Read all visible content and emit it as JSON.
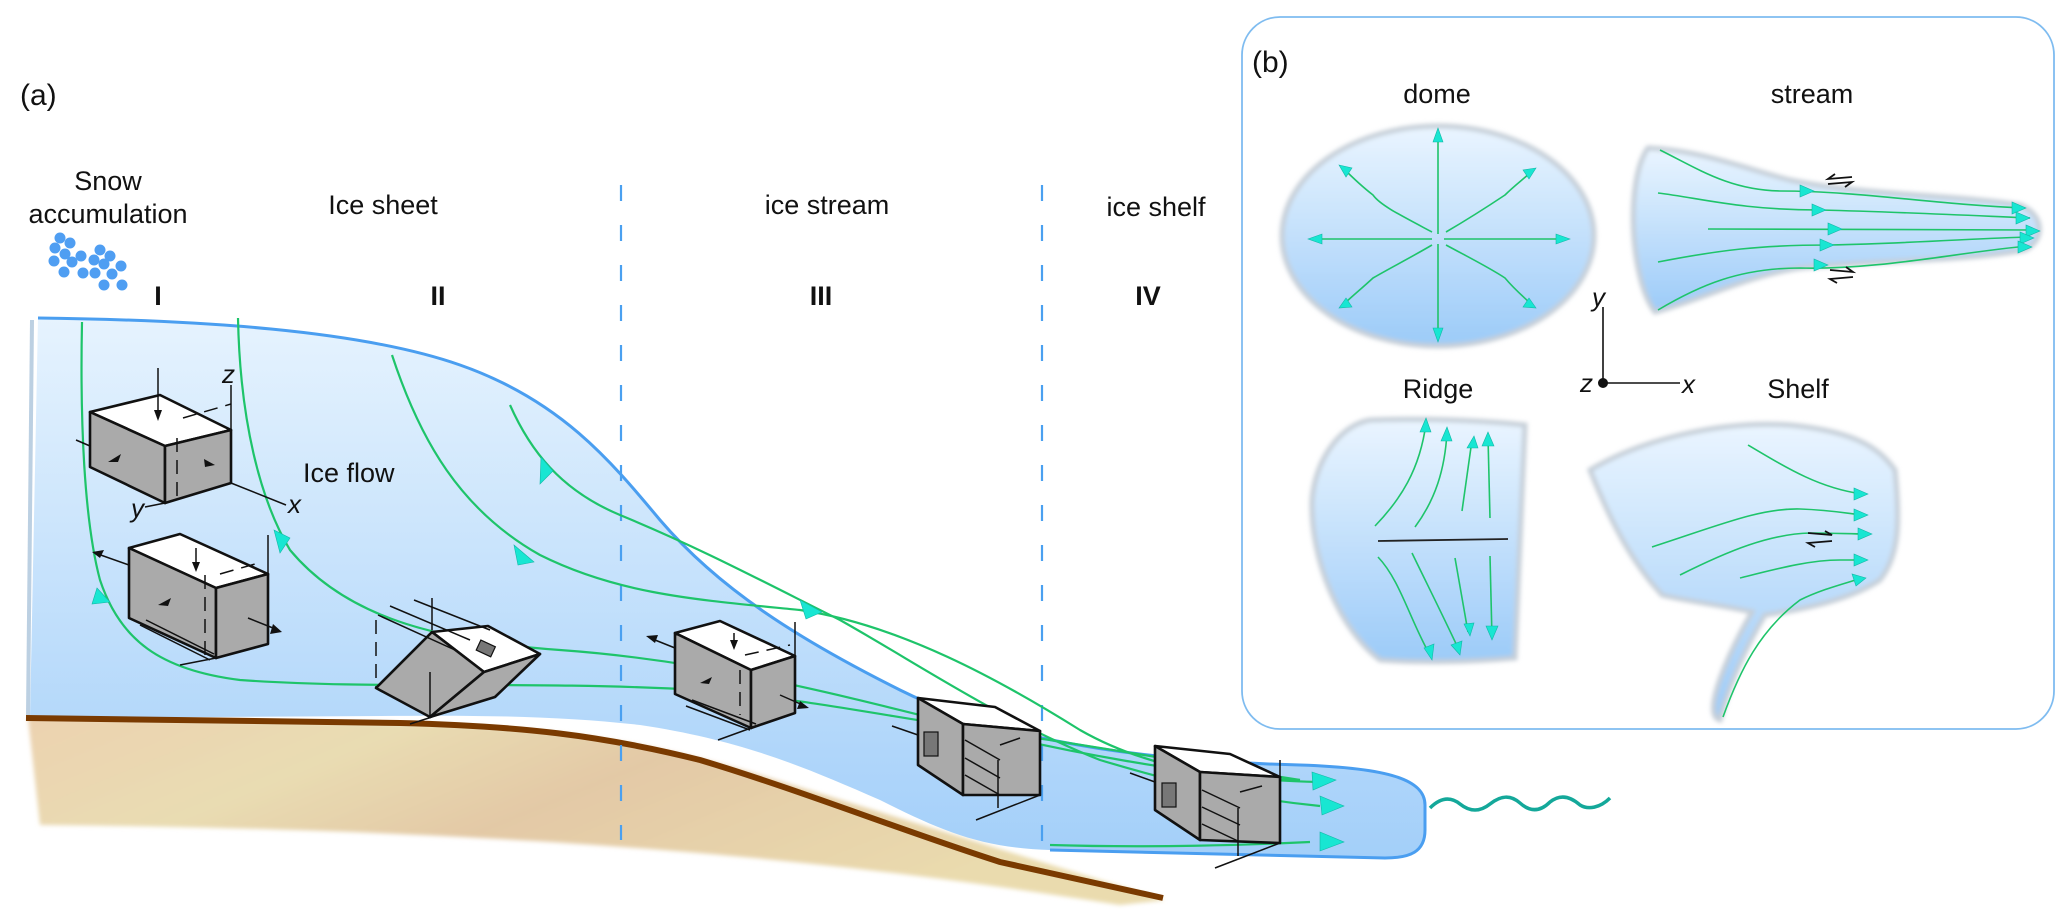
{
  "panel_a": {
    "tag": "(a)",
    "snow_label_line1": "Snow",
    "snow_label_line2": "accumulation",
    "zones": [
      {
        "name": "Ice sheet",
        "roman": "I"
      },
      {
        "name": "",
        "roman": "II"
      },
      {
        "name": "ice stream",
        "roman": "III"
      },
      {
        "name": "ice shelf",
        "roman": "IV"
      }
    ],
    "ice_flow_label": "Ice flow",
    "axes": {
      "x": "x",
      "y": "y",
      "z": "z"
    }
  },
  "panel_b": {
    "tag": "(b)",
    "shapes": [
      {
        "name": "dome"
      },
      {
        "name": "stream"
      },
      {
        "name": "Ridge"
      },
      {
        "name": "Shelf"
      }
    ],
    "axes": {
      "x": "x",
      "y": "y",
      "z": "z"
    }
  },
  "colors": {
    "ice_fill_top": "#e4f2fe",
    "ice_fill_bottom": "#a7d2fa",
    "ice_outline": "#4a9ef0",
    "flow_line": "#1ec46a",
    "flow_arrow": "#18e6d2",
    "bedrock_line": "#7a3a00",
    "sediment": "#e6d6aa",
    "ocean_wave": "#14a89a",
    "panel_border": "#7fbcf0"
  }
}
